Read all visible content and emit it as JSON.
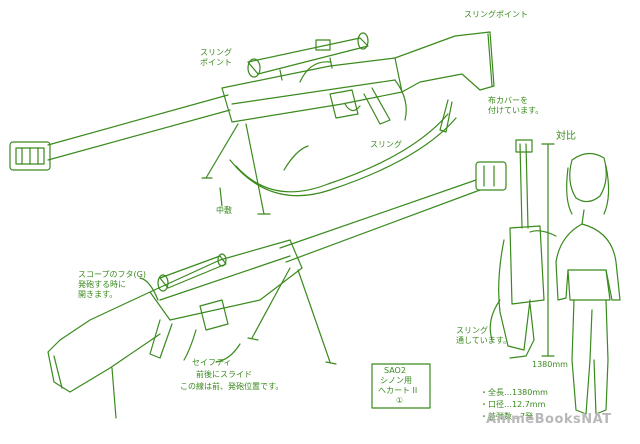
{
  "colors": {
    "ink": "#3a8a1e",
    "watermark": "#b8b8b8",
    "paper": "#ffffff"
  },
  "notes": {
    "sling_point_top": "スリングポイント",
    "sling_point_left": "スリング\nポイント",
    "cover_note": "布カバーを\n付けています。",
    "sling_mid": "スリング",
    "bipod_fold": "中敷",
    "scope_cover": "スコープのフタ(G)\n発砲する時に\n開きます。",
    "safety": "セイフティ",
    "slide_note": "前後にスライド",
    "line_note": "この線は前、発砲位置です。",
    "sling_carry": "スリング\n通しています。",
    "height_label": "1380mm",
    "comparison": "対比"
  },
  "title_box": {
    "line1": "SAO2",
    "line2": "シノン用",
    "line3": "へカート II",
    "line4": "①"
  },
  "specs": [
    "・全長…1380mm",
    "・口径…12.7mm",
    "・装弾数…7発"
  ],
  "watermark": "AnimeBooksNAT"
}
